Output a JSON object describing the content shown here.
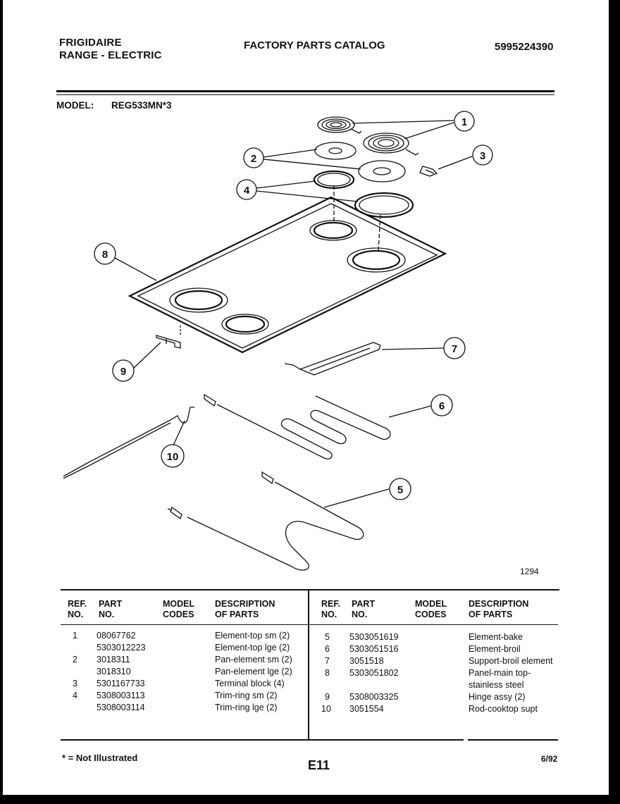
{
  "header": {
    "brand": "FRIGIDAIRE",
    "product": "RANGE - ELECTRIC",
    "catalog_title": "FACTORY PARTS CATALOG",
    "catalog_number": "5995224390",
    "model_label": "MODEL:",
    "model_value": "REG533MN*3"
  },
  "diagram": {
    "drawing_code": "1294",
    "callouts": [
      "1",
      "2",
      "3",
      "4",
      "5",
      "6",
      "7",
      "8",
      "9",
      "10"
    ]
  },
  "parts_table": {
    "columns": {
      "ref": [
        "REF.",
        "NO."
      ],
      "part": [
        "PART",
        "NO."
      ],
      "codes": [
        "MODEL",
        "CODES"
      ],
      "desc": [
        "DESCRIPTION",
        "OF PARTS"
      ]
    },
    "left": [
      {
        "ref": "1",
        "part": "08067762",
        "desc": "Element-top sm (2)"
      },
      {
        "ref": "",
        "part": "5303012223",
        "desc": "Element-top lge (2)"
      },
      {
        "ref": "2",
        "part": "3018311",
        "desc": "Pan-element sm (2)"
      },
      {
        "ref": "",
        "part": "3018310",
        "desc": "Pan-element lge (2)"
      },
      {
        "ref": "3",
        "part": "5301167733",
        "desc": "Terminal block (4)"
      },
      {
        "ref": "4",
        "part": "5308003113",
        "desc": "Trim-ring sm (2)"
      },
      {
        "ref": "",
        "part": "5308003114",
        "desc": "Trim-ring lge (2)"
      }
    ],
    "right": [
      {
        "ref": "5",
        "part": "5303051619",
        "desc": "Element-bake"
      },
      {
        "ref": "6",
        "part": "5303051516",
        "desc": "Element-broil"
      },
      {
        "ref": "7",
        "part": "3051518",
        "desc": "Support-broil element"
      },
      {
        "ref": "8",
        "part": "5303051802",
        "desc": "Panel-main top-"
      },
      {
        "ref": "",
        "part": "",
        "desc": "stainless steel"
      },
      {
        "ref": "9",
        "part": "5308003325",
        "desc": "Hinge assy (2)"
      },
      {
        "ref": "10",
        "part": "3051554",
        "desc": "Rod-cooktop supt"
      }
    ]
  },
  "footer": {
    "note": "* = Not Illustrated",
    "page_code": "E11",
    "date": "6/92"
  }
}
